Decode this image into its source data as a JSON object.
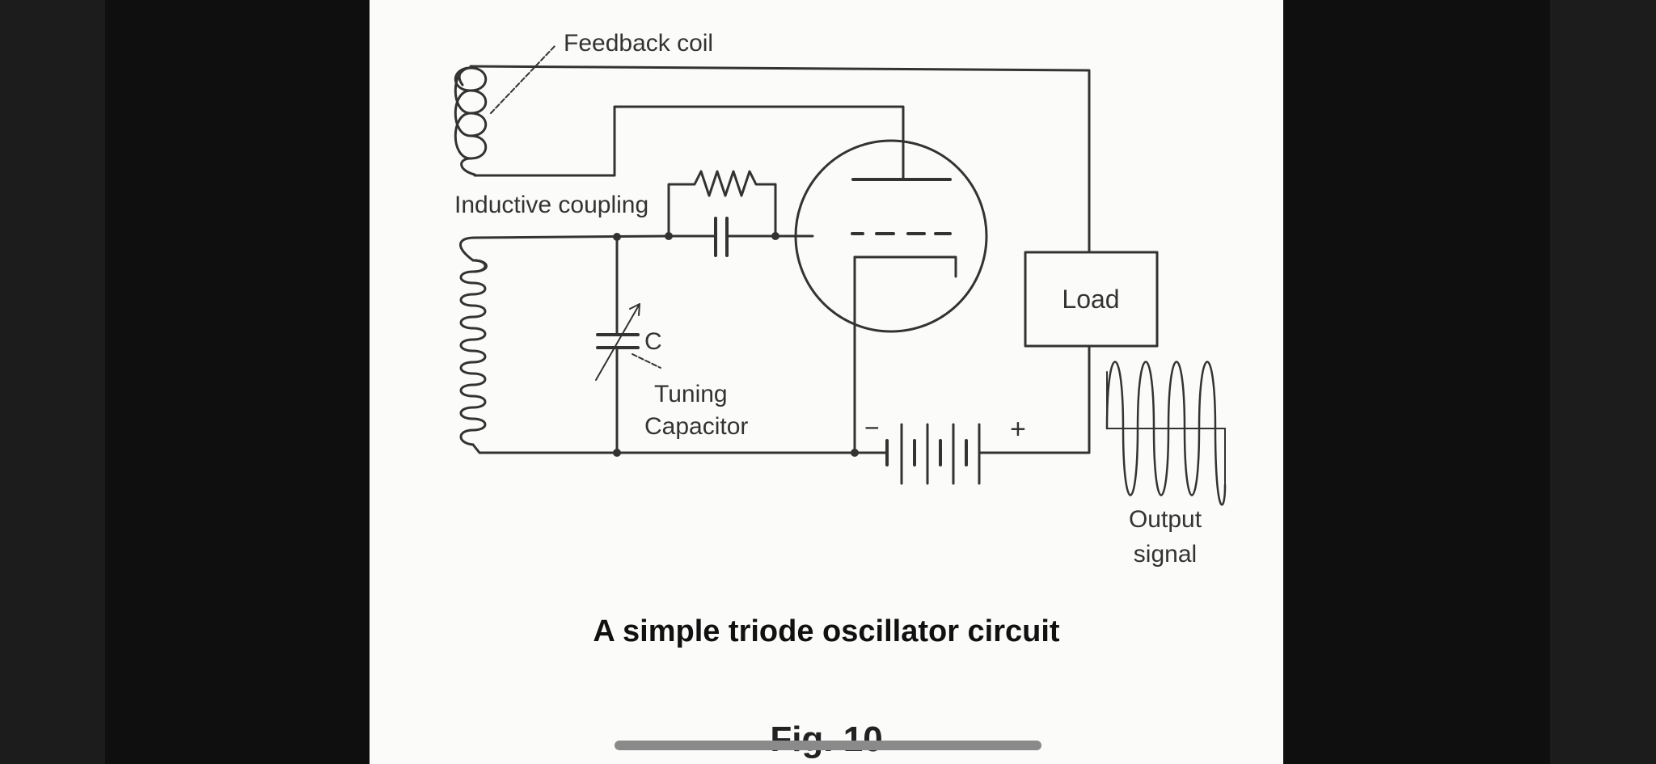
{
  "diagram": {
    "labels": {
      "feedback_coil": "Feedback coil",
      "inductive_coupling": "Inductive coupling",
      "c": "C",
      "tuning_capacitor_line1": "Tuning",
      "tuning_capacitor_line2": "Capacitor",
      "load": "Load",
      "minus": "−",
      "plus": "+",
      "output_signal_line1": "Output",
      "output_signal_line2": "signal"
    },
    "caption": "A simple triode oscillator circuit",
    "figure_number": "Fig. 10"
  },
  "colors": {
    "background": "#1b1b1b",
    "page": "#fbfbfa",
    "ink": "#333333",
    "scrollbar": "#8a8a8a"
  }
}
